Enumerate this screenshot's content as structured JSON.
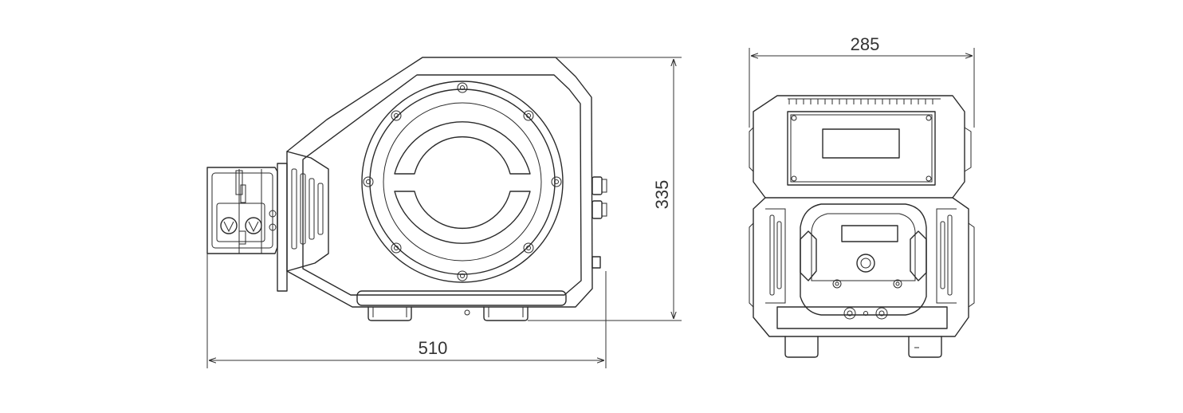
{
  "dimensions": {
    "width_side": "510",
    "height_side": "335",
    "width_front": "285"
  },
  "colors": {
    "line": "#2b2b2b",
    "background": "#ffffff"
  }
}
